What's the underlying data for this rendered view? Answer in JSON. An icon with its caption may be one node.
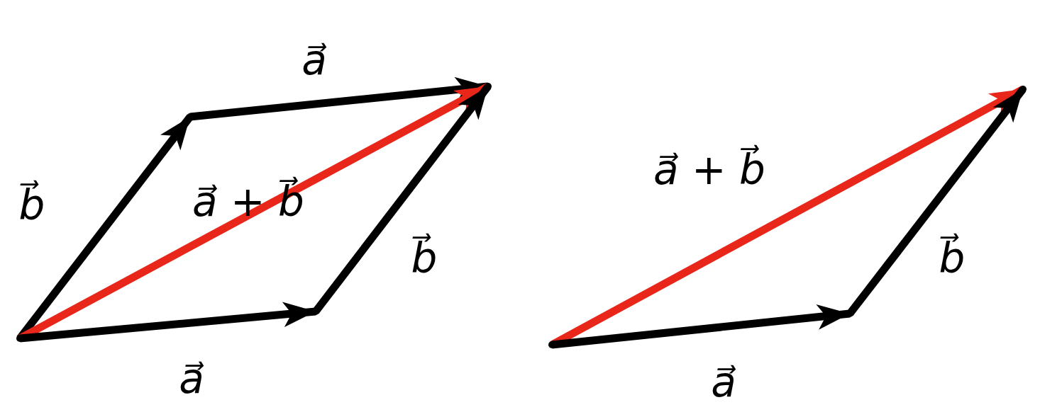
{
  "diagram": {
    "nodes": [
      {
        "text": [],
        "shape": "point"
      },
      {
        "text": [],
        "shape": "point"
      },
      {
        "text": [],
        "shape": "point"
      },
      {
        "text": [],
        "shape": "point"
      },
      {
        "text": [],
        "shape": "point"
      },
      {
        "text": [],
        "shape": "point"
      },
      {
        "text": [],
        "shape": "point"
      }
    ],
    "edges": [
      {
        "from": 0,
        "to": 2,
        "arrow": "to",
        "label": "b⃗"
      },
      {
        "from": 2,
        "to": 3,
        "arrow": "to",
        "label": "a⃗"
      },
      {
        "from": 0,
        "to": 3,
        "arrow": "to",
        "label": "a⃗ + b⃗",
        "color": "#e8261a"
      },
      {
        "from": 1,
        "to": 3,
        "arrow": "to",
        "label": "b⃗"
      },
      {
        "from": 0,
        "to": 1,
        "arrow": "to",
        "label": "a⃗"
      },
      {
        "from": 4,
        "to": 6,
        "arrow": "to",
        "label": "a⃗ + b⃗",
        "color": "#e8261a"
      },
      {
        "from": 5,
        "to": 6,
        "arrow": "to",
        "label": "b⃗"
      },
      {
        "from": 4,
        "to": 5,
        "arrow": "to",
        "label": "a⃗"
      }
    ]
  }
}
